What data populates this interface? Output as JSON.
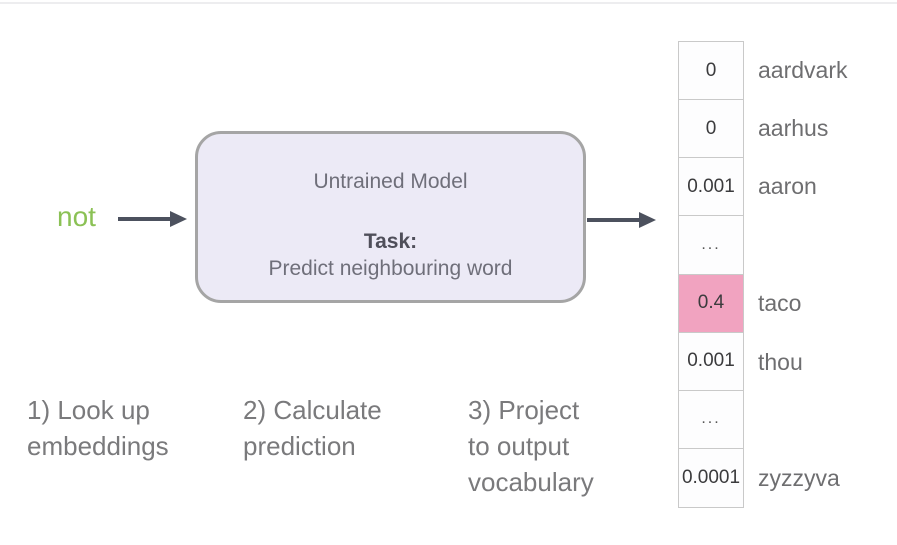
{
  "input": {
    "word": "not",
    "color": "#8bc155"
  },
  "model_box": {
    "title": "Untrained Model",
    "task_label": "Task:",
    "task_description": "Predict neighbouring word",
    "fill_color": "#eceaf6",
    "border_color": "#a5a5a5"
  },
  "arrows": {
    "color": "#4c515e"
  },
  "output": {
    "highlight_color": "#f1a3c0",
    "rows": [
      {
        "value": "0",
        "label": "aardvark",
        "highlighted": false
      },
      {
        "value": "0",
        "label": "aarhus",
        "highlighted": false
      },
      {
        "value": "0.001",
        "label": "aaron",
        "highlighted": false
      },
      {
        "value": "...",
        "label": "",
        "highlighted": false
      },
      {
        "value": "0.4",
        "label": "taco",
        "highlighted": true
      },
      {
        "value": "0.001",
        "label": "thou",
        "highlighted": false
      },
      {
        "value": "...",
        "label": "",
        "highlighted": false
      },
      {
        "value": "0.0001",
        "label": "zyzzyva",
        "highlighted": false
      }
    ]
  },
  "steps": [
    {
      "lines": [
        "1) Look up",
        "embeddings"
      ]
    },
    {
      "lines": [
        "2) Calculate",
        "prediction"
      ]
    },
    {
      "lines": [
        "3) Project",
        "to output",
        "vocabulary"
      ]
    }
  ]
}
